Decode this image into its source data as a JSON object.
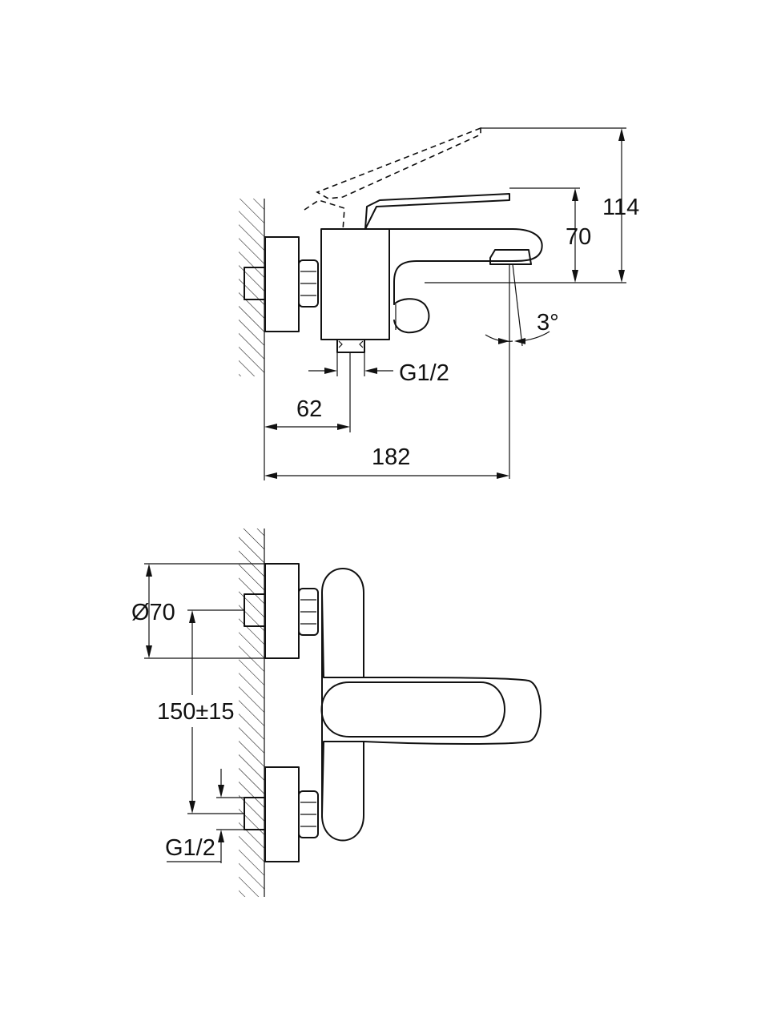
{
  "side_view": {
    "dim_height_total": "114",
    "dim_height_spout": "70",
    "dim_angle": "3°",
    "dim_thread": "G1/2",
    "dim_wall_to_outlet": "62",
    "dim_wall_to_spout": "182"
  },
  "front_view": {
    "dim_flange_diameter": "Ø70",
    "dim_center_distance": "150±15",
    "dim_thread": "G1/2"
  }
}
